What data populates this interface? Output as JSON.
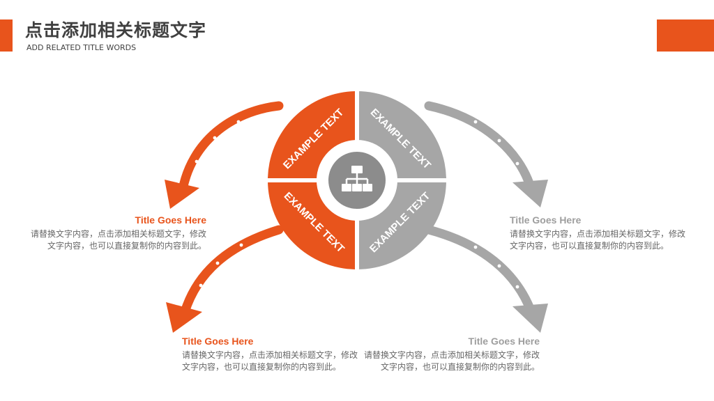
{
  "header": {
    "title": "点击添加相关标题文字",
    "subtitle": "ADD RELATED TITLE WORDS"
  },
  "colors": {
    "accent": "#E8541C",
    "gray": "#A6A6A6",
    "center": "#8C8C8C",
    "text": "#404040"
  },
  "center_icon": "org-chart-icon",
  "segments": [
    {
      "label": "EXAMPLE TEXT"
    },
    {
      "label": "EXAMPLE TEXT"
    },
    {
      "label": "EXAMPLE TEXT"
    },
    {
      "label": "EXAMPLE TEXT"
    }
  ],
  "blocks": [
    {
      "title": "Title Goes Here",
      "text": "请替换文字内容，点击添加相关标题文字，修改文字内容，也可以直接复制你的内容到此。"
    },
    {
      "title": "Title Goes Here",
      "text": "请替换文字内容，点击添加相关标题文字，修改文字内容，也可以直接复制你的内容到此。"
    },
    {
      "title": "Title Goes Here",
      "text": "请替换文字内容，点击添加相关标题文字，修改文字内容，也可以直接复制你的内容到此。"
    },
    {
      "title": "Title Goes Here",
      "text": "请替换文字内容，点击添加相关标题文字，修改文字内容，也可以直接复制你的内容到此。"
    }
  ]
}
